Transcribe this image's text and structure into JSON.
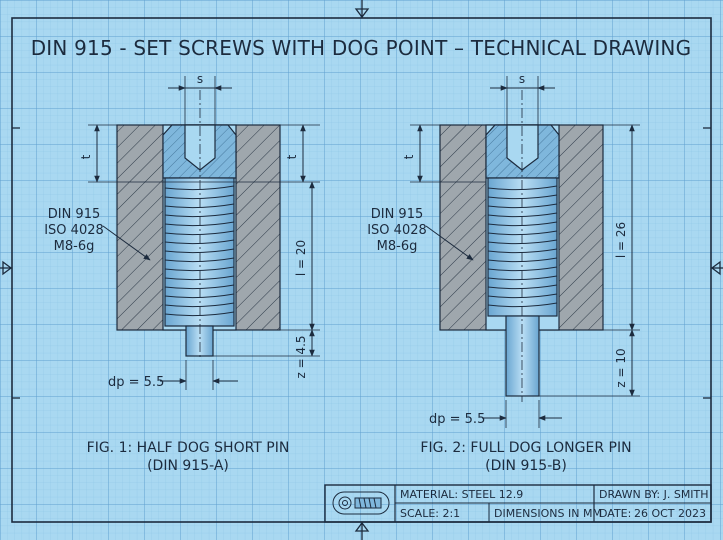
{
  "title": "DIN 915 - SET SCREWS WITH DOG POINT – TECHNICAL DRAWING",
  "figures": [
    {
      "callout": [
        "DIN 915",
        "ISO 4028",
        "M8-6g"
      ],
      "dim_s": "s",
      "dim_t": "t",
      "dim_l": "l = 20",
      "dim_z": "z = 4.5",
      "dim_dp": "dp = 5.5",
      "caption_line1": "FIG. 1: HALF DOG SHORT PIN",
      "caption_line2": "(DIN 915-A)"
    },
    {
      "callout": [
        "DIN 915",
        "ISO 4028",
        "M8-6g"
      ],
      "dim_s": "s",
      "dim_t": "t",
      "dim_l": "l = 26",
      "dim_z": "z = 10",
      "dim_dp": "dp = 5.5",
      "caption_line1": "FIG. 2: FULL DOG LONGER PIN",
      "caption_line2": "(DIN 915-B)"
    }
  ],
  "title_block": {
    "material": "MATERIAL: STEEL 12.9",
    "scale": "SCALE: 2:1",
    "dimensions": "DIMENSIONS IN MM",
    "drawn_by": "DRAWN BY: J. SMITH",
    "date_label": "DATE:",
    "date_value": "26 OCT 2023"
  },
  "colors": {
    "paper": "#a9d8f1",
    "grid_minor": "#86bfe3",
    "grid_major": "#5f9fd0",
    "ink": "#1c2b3e",
    "part_fill": "#7fb7dc"
  }
}
